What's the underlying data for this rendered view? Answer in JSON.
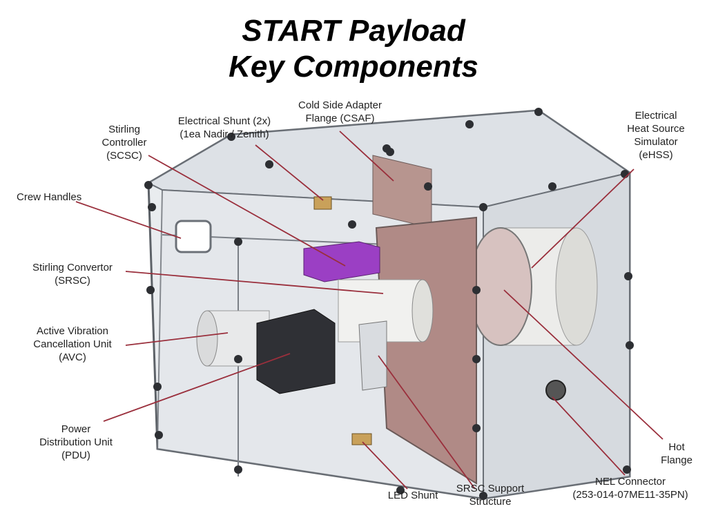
{
  "title": {
    "line1": "START Payload",
    "line2": "Key Components"
  },
  "labels": {
    "crew_handles": "Crew Handles",
    "stirling_controller": [
      "Stirling",
      "Controller",
      "(SCSC)"
    ],
    "electrical_shunt": [
      "Electrical Shunt (2x)",
      "(1ea Nadir / Zenith)"
    ],
    "csaf": [
      "Cold Side Adapter",
      "Flange (CSAF)"
    ],
    "ehss": [
      "Electrical",
      "Heat Source",
      "Simulator",
      "(eHSS)"
    ],
    "stirling_convertor": [
      "Stirling Convertor",
      "(SRSC)"
    ],
    "avc": [
      "Active Vibration",
      "Cancellation Unit",
      "(AVC)"
    ],
    "pdu": [
      "Power",
      "Distribution Unit",
      "(PDU)"
    ],
    "led_shunt": "LED Shunt",
    "srsc_support": [
      "SRSC Support",
      "Structure"
    ],
    "nel_connector": [
      "NEL Connector",
      "(253-014-07ME11-35PN)"
    ],
    "hot_flange": [
      "Hot",
      "Flange"
    ]
  },
  "colors": {
    "leader": "#9a2f3c",
    "frame": "#6b7077",
    "flange": "#b08a86",
    "controller": "#9b3fc4"
  }
}
